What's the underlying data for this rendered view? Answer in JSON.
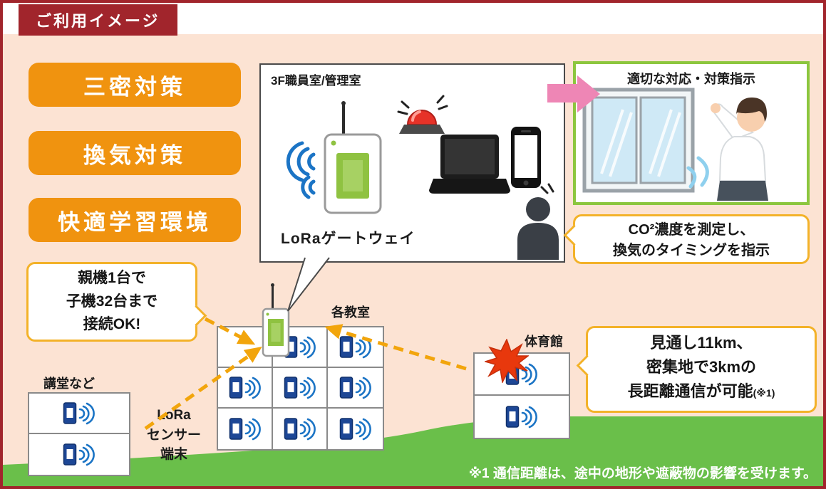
{
  "page": {
    "title": "ご利用イメージ"
  },
  "benefits": [
    {
      "label": "三密対策"
    },
    {
      "label": "換気対策"
    },
    {
      "label": "快適学習環境"
    }
  ],
  "office": {
    "room_label": "3F職員室/管理室",
    "gateway_label": "LoRaゲートウェイ"
  },
  "response": {
    "title": "適切な対応・対策指示"
  },
  "bubbles": {
    "co2": {
      "line1": "CO²濃度を測定し、",
      "line2": "換気のタイミングを指示"
    },
    "parent": {
      "line1": "親機1台で",
      "line2": "子機32台まで",
      "line3": "接続OK!"
    },
    "range": {
      "line1": "見通し11km、",
      "line2": "密集地で3kmの",
      "line3": "長距離通信が可能",
      "note": "(※1)"
    }
  },
  "buildings": {
    "auditorium": {
      "label": "講堂など"
    },
    "classroom": {
      "label": "各教室"
    },
    "gym": {
      "label": "体育館"
    }
  },
  "sensor_caption": {
    "line1": "LoRa",
    "line2": "センサー",
    "line3": "端末"
  },
  "footnote": "※1 通信距離は、途中の地形や遮蔽物の影響を受けます。",
  "colors": {
    "brand_red": "#a1252c",
    "panel_peach": "#fce3d3",
    "accent_orange": "#f0930f",
    "bubble_gold": "#f3b229",
    "response_green": "#8cc63e",
    "hill_green": "#6abf4a",
    "wifi_blue": "#1b74c5",
    "sensor_navy": "#1d4796",
    "screen_green": "#8fc241",
    "arrow_pink": "#ee86b5",
    "dashed_arrow_gold": "#f2a50c"
  },
  "icons": {
    "gateway": "lora-gateway-device-icon",
    "sensor": "lora-sensor-device-icon",
    "wifi": "wifi-waves-icon",
    "alarm": "alarm-light-icon",
    "laptop": "laptop-icon",
    "phone": "smartphone-icon",
    "person": "person-silhouette-icon",
    "burst": "alert-burst-icon",
    "window_person": "open-window-illustration",
    "pink_arrow": "flow-arrow-icon"
  }
}
